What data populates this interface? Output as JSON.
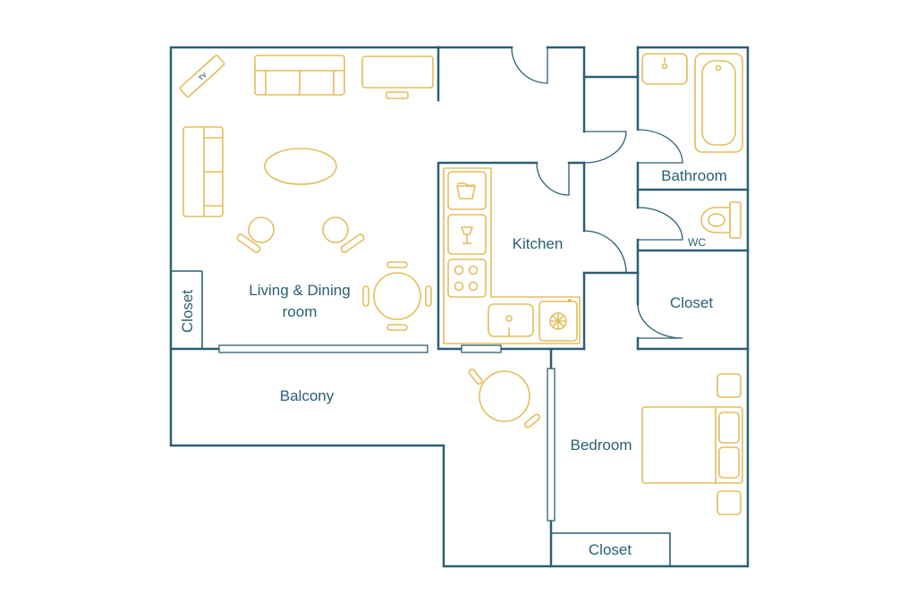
{
  "colors": {
    "walls": "#2a5f73",
    "furniture": "#e3bd5c",
    "background": "#ffffff"
  },
  "rooms": {
    "living_line1": "Living & Dining",
    "living_line2": "room",
    "kitchen": "Kitchen",
    "bathroom": "Bathroom",
    "wc": "WC",
    "closet_hall": "Closet",
    "closet_living": "Closet",
    "closet_bedroom": "Closet",
    "balcony": "Balcony",
    "bedroom": "Bedroom"
  },
  "furniture": {
    "tv": "TV"
  }
}
